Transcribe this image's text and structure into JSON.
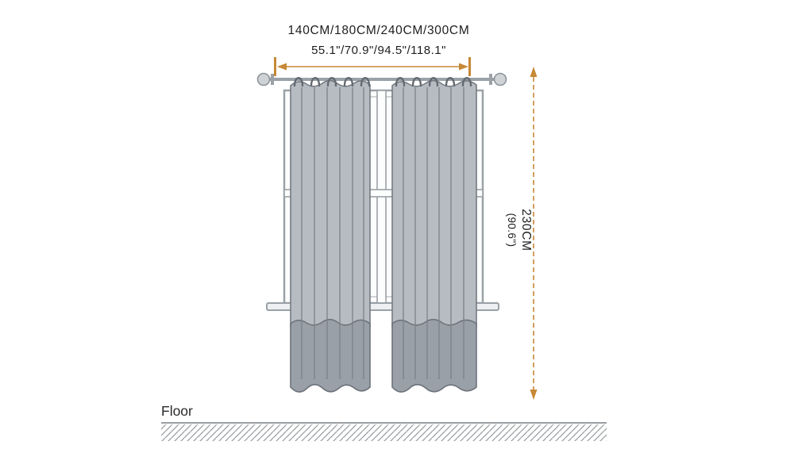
{
  "labels": {
    "width_cm": "140CM/180CM/240CM/300CM",
    "width_in": "55.1\"/70.9\"/94.5\"/118.1\"",
    "height_cm": "230CM",
    "height_in": "(90.6\")",
    "floor": "Floor"
  },
  "colors": {
    "dimension_accent": "#c78836",
    "label_text": "#1d1d1d",
    "curtain_light": "#b6bcc2",
    "curtain_dark": "#9aa0a7",
    "curtain_outline": "#757b82",
    "rod_gray": "#9aa1a7",
    "window_frame": "#9aa1a7",
    "floor_hatch": "#9a9ea1"
  }
}
